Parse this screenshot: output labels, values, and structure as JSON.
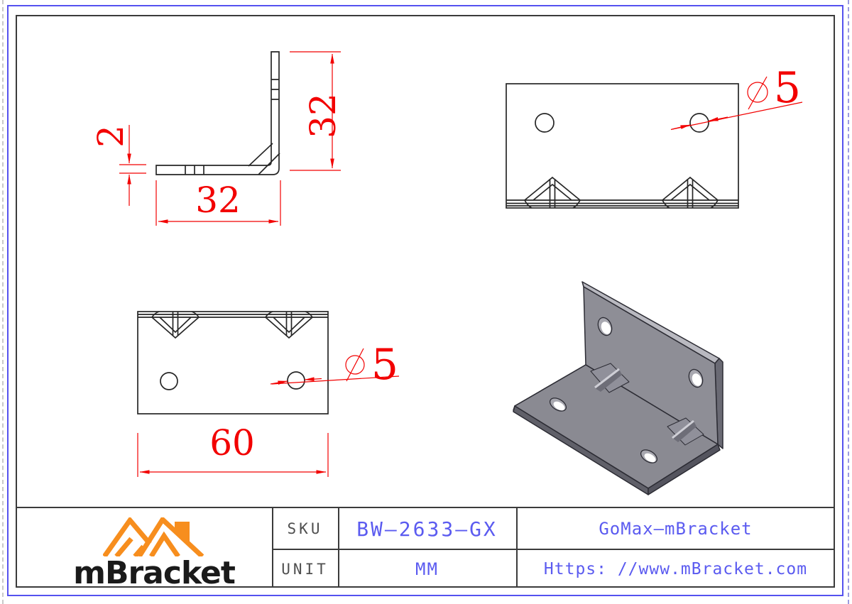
{
  "colors": {
    "dimension_red": "#f20000",
    "line_black": "#262626",
    "frame_blue": "#5552ef",
    "text_blue": "#5b5bf0",
    "label_gray": "#4f4f4f",
    "logo_orange": "#f78e1e",
    "logo_black": "#1a1a1a",
    "iso_body_gray": "#8d8d95"
  },
  "drawing": {
    "side_view": {
      "dim_height": "32",
      "dim_width": "32",
      "dim_thickness": "2"
    },
    "top_view": {
      "hole_callout": {
        "symbol": "⌀",
        "value": "5"
      }
    },
    "front_view": {
      "dim_length": "60",
      "hole_callout": {
        "symbol": "⌀",
        "value": "5"
      }
    }
  },
  "title_block": {
    "logo": {
      "text": "mBracket",
      "icon": "mountain-roof-icon"
    },
    "fields": [
      {
        "label": "SKU",
        "value": "BW–2633–GX"
      },
      {
        "label": "UNIT",
        "value": "MM"
      }
    ],
    "brand": "GoMax–mBracket",
    "website": "Https: //www.mBracket.com"
  }
}
